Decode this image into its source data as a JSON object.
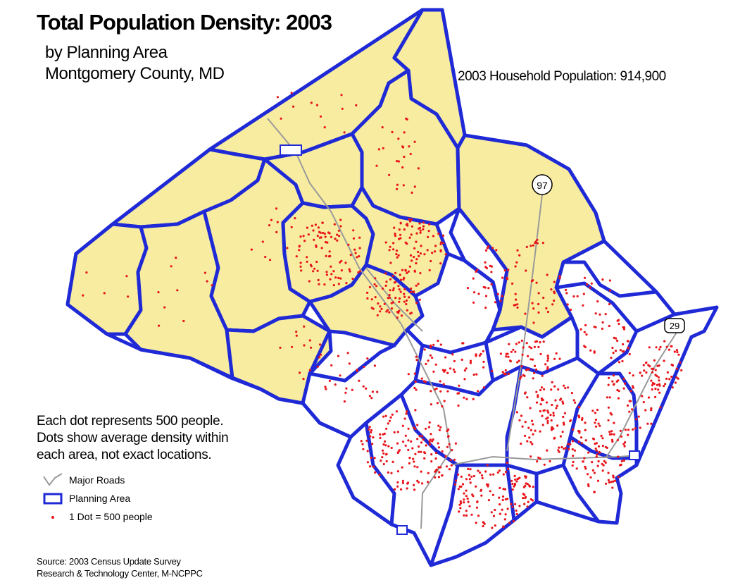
{
  "map": {
    "title": "Total Population Density: 2003",
    "subtitle_lines": [
      "by Planning Area",
      "Montgomery County, MD"
    ],
    "household_population": "2003 Household Population:  914,900",
    "note_lines": [
      "Each dot represents 500 people.",
      "Dots show average density within",
      "each area, not exact locations."
    ],
    "legend": {
      "roads": "Major Roads",
      "planning_area": "Planning Area",
      "dot": "1 Dot = 500 people"
    },
    "source_lines": [
      "Source: 2003 Census Update Survey",
      "Research & Technology Center, M-NCPPC"
    ],
    "route_shields": [
      "97",
      "29"
    ],
    "colors": {
      "yellow_area": "#f8eca0",
      "white_area": "#ffffff",
      "boundary": "#1f2ad6",
      "dot": "#e8141a",
      "road": "#9a9a9a"
    },
    "legend_icons": [
      "road-line-icon",
      "planning-area-box-icon",
      "dot-icon"
    ]
  }
}
